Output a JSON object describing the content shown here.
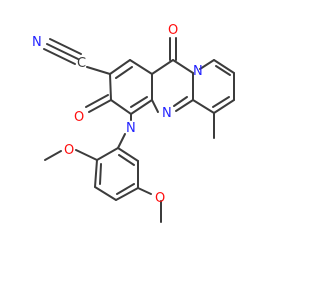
{
  "molecule": {
    "atom_labels": {
      "nitrile_n": "N",
      "nitrile_c": "C",
      "carbonyl_o_top": "O",
      "ring_n_top": "N",
      "carbonyl_o_left": "O",
      "ring_n_center": "N",
      "ring_n_imine": "N",
      "methoxy_o_upper": "O",
      "methoxy_o_lower": "O"
    },
    "colors": {
      "bond": "#3c3c3c",
      "nitrogen": "#2323ff",
      "oxygen": "#ff0d0d",
      "carbon": "#3c3c3c"
    }
  }
}
